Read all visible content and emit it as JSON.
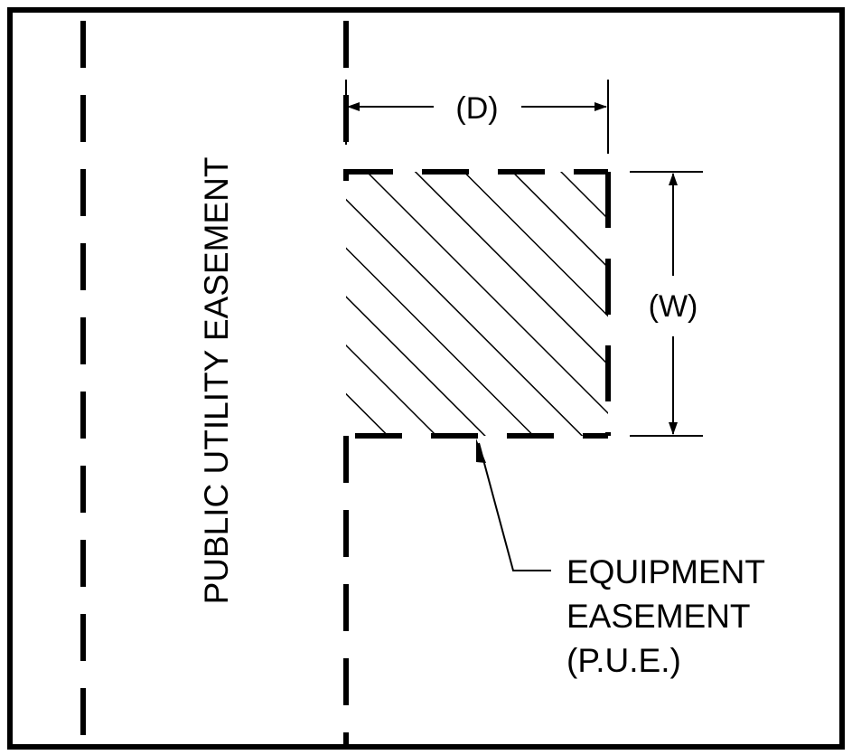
{
  "labels": {
    "easement_vertical": "PUBLIC UTILITY EASEMENT",
    "depth": "(D)",
    "width": "(W)",
    "callout_line1": "EQUIPMENT",
    "callout_line2": "EASEMENT",
    "callout_line3": "(P.U.E.)"
  },
  "colors": {
    "line": "#000000",
    "background": "#ffffff"
  }
}
